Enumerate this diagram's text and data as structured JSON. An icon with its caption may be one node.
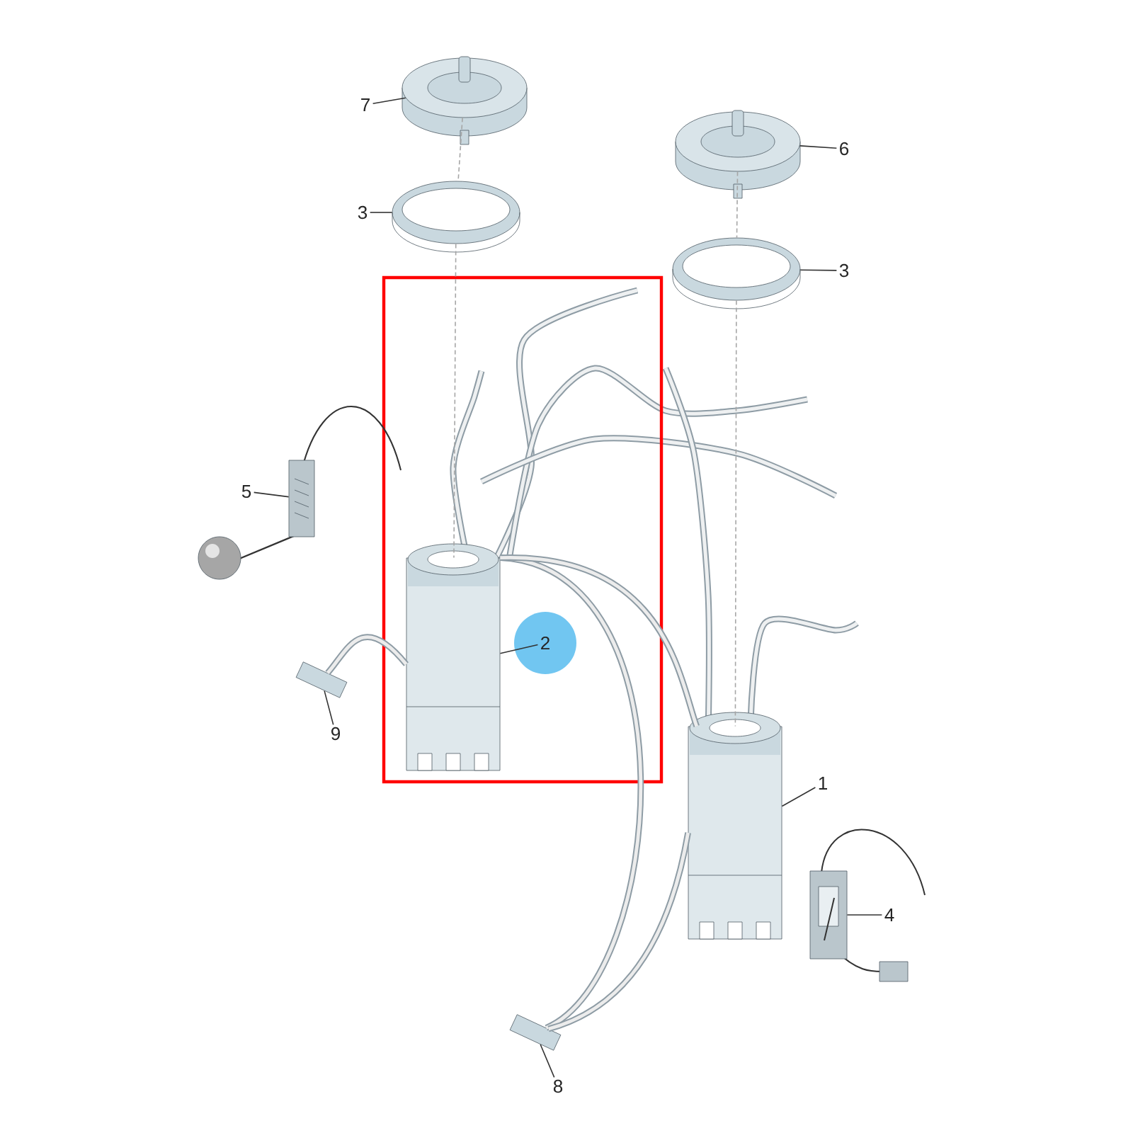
{
  "diagram": {
    "nodes": [
      {
        "text": [],
        "shape": "box"
      },
      {
        "text": [
          "7"
        ]
      },
      {
        "text": [],
        "shape": "picture"
      },
      {
        "text": [
          "3"
        ]
      },
      {
        "text": [],
        "shape": "picture"
      },
      {
        "text": [
          "6"
        ]
      },
      {
        "text": [],
        "shape": "picture"
      },
      {
        "text": [
          "3"
        ]
      },
      {
        "text": [],
        "shape": "picture"
      },
      {
        "text": [
          "5"
        ]
      },
      {
        "text": [],
        "shape": "picture"
      },
      {
        "text": [
          "2"
        ],
        "in": 0
      },
      {
        "text": [],
        "shape": "picture",
        "in": 0
      },
      {
        "text": [
          "9"
        ]
      },
      {
        "text": [],
        "shape": "picture"
      },
      {
        "text": [
          "1"
        ]
      },
      {
        "text": [],
        "shape": "picture"
      },
      {
        "text": [
          "4"
        ]
      },
      {
        "text": [],
        "shape": "picture"
      },
      {
        "text": [
          "8"
        ]
      },
      {
        "text": [],
        "shape": "picture"
      }
    ],
    "edges": [
      {
        "from": 1,
        "to": 2,
        "arrow": "none"
      },
      {
        "from": 3,
        "to": 4,
        "arrow": "none"
      },
      {
        "from": 5,
        "to": 6,
        "arrow": "none"
      },
      {
        "from": 7,
        "to": 8,
        "arrow": "none"
      },
      {
        "from": 9,
        "to": 10,
        "arrow": "none"
      },
      {
        "from": 11,
        "to": 12,
        "arrow": "none"
      },
      {
        "from": 13,
        "to": 14,
        "arrow": "none"
      },
      {
        "from": 15,
        "to": 16,
        "arrow": "none"
      },
      {
        "from": 17,
        "to": 18,
        "arrow": "none"
      },
      {
        "from": 19,
        "to": 20,
        "arrow": "none"
      },
      {
        "from": 2,
        "to": 4,
        "arrow": "none",
        "style": "dashed",
        "color": "#a6a6a6"
      },
      {
        "from": 4,
        "to": 12,
        "arrow": "none",
        "style": "dashed",
        "color": "#a6a6a6"
      },
      {
        "from": 6,
        "to": 8,
        "arrow": "none",
        "style": "dashed",
        "color": "#a6a6a6"
      },
      {
        "from": 8,
        "to": 16,
        "arrow": "none",
        "style": "dashed",
        "color": "#a6a6a6"
      },
      {
        "from": 12,
        "to": 14,
        "arrow": "none",
        "style": "thick",
        "color": "#8e9ca5"
      },
      {
        "from": 12,
        "to": 20,
        "arrow": "none",
        "style": "thick",
        "color": "#8e9ca5"
      },
      {
        "from": 16,
        "to": 20,
        "arrow": "none",
        "style": "thick",
        "color": "#8e9ca5"
      },
      {
        "from": 12,
        "to": 16,
        "arrow": "none",
        "style": "thick",
        "color": "#8e9ca5"
      }
    ]
  }
}
